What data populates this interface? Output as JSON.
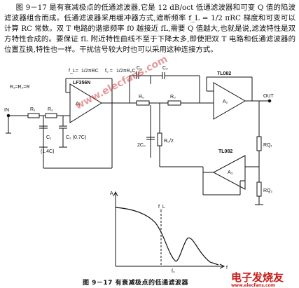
{
  "paragraph": "图 9－17 是有衰减极点的低通滤波器,它是 12 dB/oct 低通滤波器和可变 Q 值的陷波滤波器组合而成。低通滤波器采用缓冲器方式,遮断频率 f_L = 1/2 πRC 梯度和可变可以计算 RC 常数。双 T 电路的谐振频率 f0 越接近 fL,需要 Q 值越大,也就是说,滤波特性是双方特性合成的。要保证 fL 附近特性曲线不至于下降太多,即使把双 T 电路和低通滤波器的位置互换,特性也一样。干扰信号较大时也可以采用这种连接方式。",
  "watermark": "www.elecfans.com",
  "watermark_logo": "电子发烧友",
  "watermark_logo_sub": "www.elecfans.com",
  "caption": "图 9－17   有衰减极点的低通滤波器",
  "circuit": {
    "in_label": "IN",
    "out_label": "OUT",
    "r1_label": "R₁",
    "r2_label": "R₂",
    "r_eq_label": "R₁=R₂=R",
    "c1_label": "C₁",
    "c1_value": "(1.4C)",
    "c2_label": "C₂ (0.7C)",
    "fl_formula": "f_L=",
    "fl_frac": "1/2πRC",
    "f0_formula": "f₀ =",
    "f0_frac": "1/2πR₀C₀",
    "op1_name": "LF356N",
    "op1_label": "A₁",
    "op2_name": "TL082",
    "op2_label": "A₂",
    "op3_name": "TL082",
    "op3_label": "A₃",
    "c0a_label": "C₀",
    "c0b_label": "C₀",
    "r0a_label": "R₀",
    "r0b_label": "R₀",
    "twoc0_label": "2C₀",
    "r0half_label": "R₀/2",
    "rq1_label": "RQ₁",
    "rq2_label": "RQ₂"
  },
  "graph": {
    "y_label": "A",
    "x_label": "f",
    "fl_label": "f_L",
    "f0_label": "f₀"
  }
}
